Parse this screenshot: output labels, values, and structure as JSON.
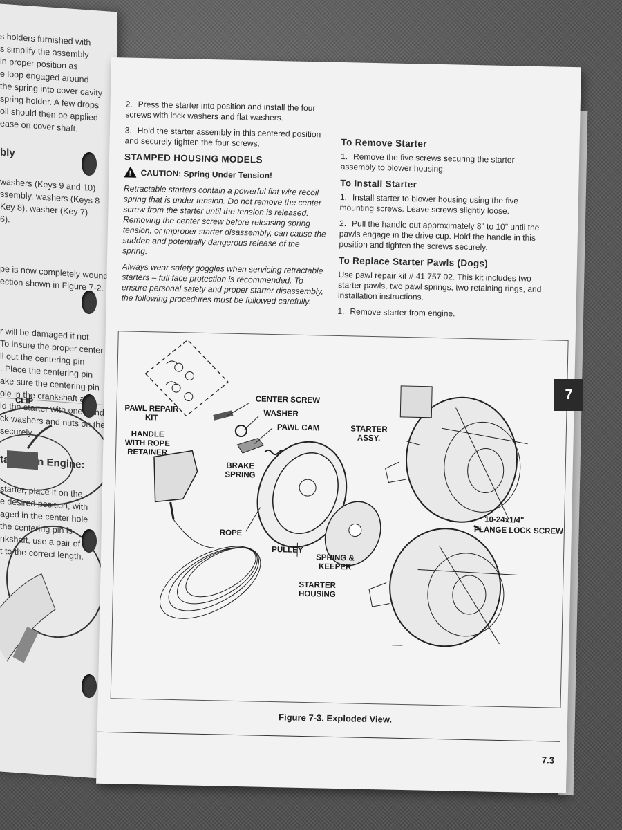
{
  "left_page": {
    "fragments": "s holders furnished with\ns simplify the assembly\nin proper position as\ne loop engaged around\nthe spring into cover cavity\nspring holder. A few drops\noil should then be applied\nease on cover shaft.",
    "heading1": "bly",
    "fragments2": "washers (Keys 9 and 10)\nssembly, washers (Keys 8\nKey 8), washer (Key 7)\n6).",
    "fragments3": "pe is now completely wound\nection shown in Figure 7-2.",
    "fragments4": "r will be damaged if not\nTo insure the proper center\nll out the centering pin\n. Place the centering pin\nake sure the centering pin\nole in the crankshaft and\nld the starter with one hand\nck washers and nuts on the\nsecurely.",
    "heading2": "tarter On Engine:",
    "fragments5": "starter, place it on the\ne desired position, with\naged in the center hole\nthe centering pin is\nnkshaft, use a pair of\nt to the correct length.",
    "clip_label": "CLIP"
  },
  "left_col": {
    "item2_num": "2.",
    "item2_text": "Press the starter into position and install the four screws with lock washers and flat washers.",
    "item3_num": "3.",
    "item3_text": "Hold the starter assembly in this centered position and securely tighten the four screws.",
    "section_title": "STAMPED HOUSING MODELS",
    "caution_title": "CAUTION: Spring Under Tension!",
    "caution_text": "Retractable starters contain a powerful flat wire recoil spring that is under tension. Do not remove the center screw from the starter until the tension is released. Removing the center screw before releasing spring tension, or improper starter disassembly, can cause the sudden and potentially dangerous release of the spring.",
    "safety_text": "Always wear safety goggles when servicing retractable starters – full face protection is recommended. To ensure personal safety and proper starter disassembly, the following procedures must be followed carefully."
  },
  "right_col": {
    "remove_title": "To Remove Starter",
    "remove_1_num": "1.",
    "remove_1": "Remove the five screws securing the starter assembly to blower housing.",
    "install_title": "To Install Starter",
    "install_1_num": "1.",
    "install_1": "Install starter to blower housing using the five mounting screws. Leave screws slightly loose.",
    "install_2_num": "2.",
    "install_2": "Pull the handle out approximately 8\" to 10\" until the pawls engage in the drive cup. Hold the handle in this position and tighten the screws securely.",
    "pawls_title": "To Replace Starter Pawls (Dogs)",
    "pawls_text": "Use pawl repair kit # 41 757 02. This kit includes two starter pawls, two pawl springs, two retaining rings, and installation instructions.",
    "pawls_1_num": "1.",
    "pawls_1": "Remove starter from engine."
  },
  "figure": {
    "labels": {
      "center_screw": "CENTER SCREW",
      "washer": "WASHER",
      "pawl_cam": "PAWL CAM",
      "pawl_repair_kit": "PAWL REPAIR KIT",
      "handle": "HANDLE WITH ROPE RETAINER",
      "brake_spring": "BRAKE SPRING",
      "rope": "ROPE",
      "pulley": "PULLEY",
      "spring_keeper": "SPRING & KEEPER",
      "starter_assy": "STARTER ASSY.",
      "flange_screw_size": "10-24x1/4\"",
      "flange_lock_screw": "FLANGE LOCK SCREW",
      "starter_housing": "STARTER HOUSING"
    },
    "caption": "Figure 7-3. Exploded View."
  },
  "tab_number": "7",
  "page_number": "7.3"
}
